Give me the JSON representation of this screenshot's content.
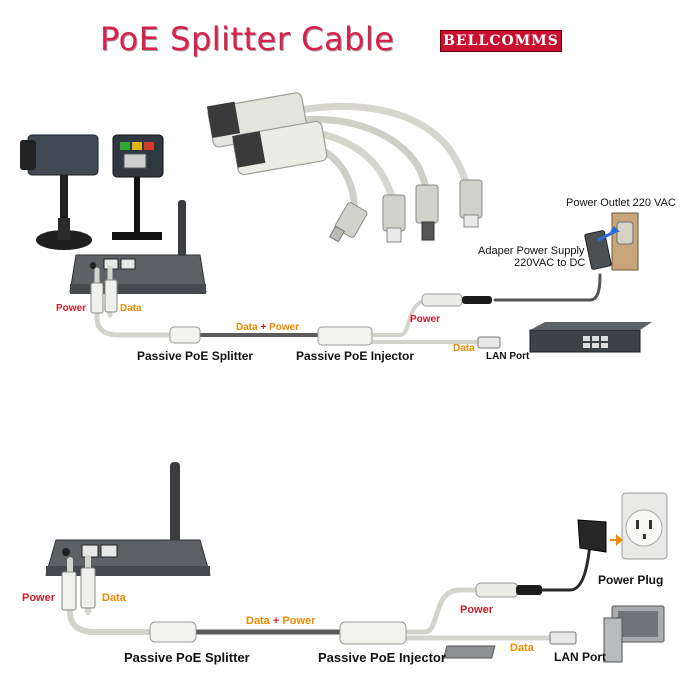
{
  "header": {
    "title": "PoE Splitter Cable",
    "brand": "BELLCOMMS"
  },
  "top_diagram": {
    "power_outlet": "Power Outlet 220 VAC",
    "adapter_line1": "Adaper Power Supply",
    "adapter_line2": "220VAC to DC",
    "power_left": "Power",
    "data_left": "Data",
    "dp_data": "Data",
    "dp_plus": "+",
    "dp_power": "Power",
    "power_right": "Power",
    "data_right": "Data",
    "lan_port": "LAN Port",
    "splitter": "Passive PoE Splitter",
    "injector": "Passive PoE Injector"
  },
  "bottom_diagram": {
    "power_left": "Power",
    "data_left": "Data",
    "dp_data": "Data",
    "dp_plus": "+",
    "dp_power": "Power",
    "power_right": "Power",
    "data_right": "Data",
    "power_plug": "Power Plug",
    "lan_port": "LAN Port",
    "splitter": "Passive PoE Splitter",
    "injector": "Passive PoE Injector"
  },
  "colors": {
    "title": "#d8204a",
    "brand_bg": "#c8102e",
    "label_red": "#d21c2c",
    "label_orange": "#f08a00",
    "device": "#5b5f63",
    "cable": "#d9d9d3"
  }
}
